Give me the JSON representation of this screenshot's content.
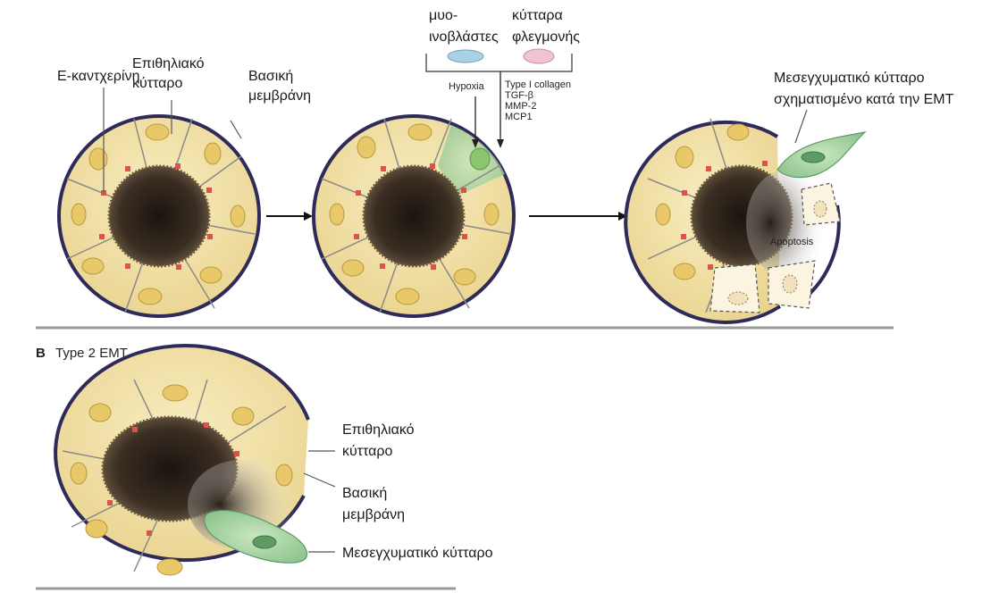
{
  "top_labels": {
    "e_cadherin": "Ε-καντχερίνη",
    "epithelial_cell": [
      "Επιθηλιακό",
      "κύτταρο"
    ],
    "basement_membrane": [
      "Βασική",
      "μεμβράνη"
    ],
    "myofibroblasts": [
      "μυο-",
      "ινοβλάστες"
    ],
    "inflammatory_cells": [
      "κύτταρα",
      "φλεγμονής"
    ],
    "hypoxia": "Hypoxia",
    "factors": [
      "Type I collagen",
      "TGF-β",
      "MMP-2",
      "MCP1"
    ],
    "mesenchymal_emt": [
      "Μεσεγχυματικό κύτταρο",
      "σχηματισμένο κατά την EMT"
    ],
    "apoptosis": "Apoptosis"
  },
  "section_b": {
    "letter": "B",
    "title": "Type 2 EMT"
  },
  "bottom_labels": {
    "epithelial_cell": [
      "Επιθηλιακό",
      "κύτταρο"
    ],
    "basement_membrane": [
      "Βασική",
      "μεμβράνη"
    ],
    "mesenchymal_cell": "Μεσεγχυματικό κύτταρο"
  },
  "colors": {
    "cell": "#f3e3a6",
    "nucleus": "#e9c86a",
    "membrane": "#2e2b5a",
    "mesenchymal": "#9fcf9f",
    "junction": "#d9534f"
  }
}
